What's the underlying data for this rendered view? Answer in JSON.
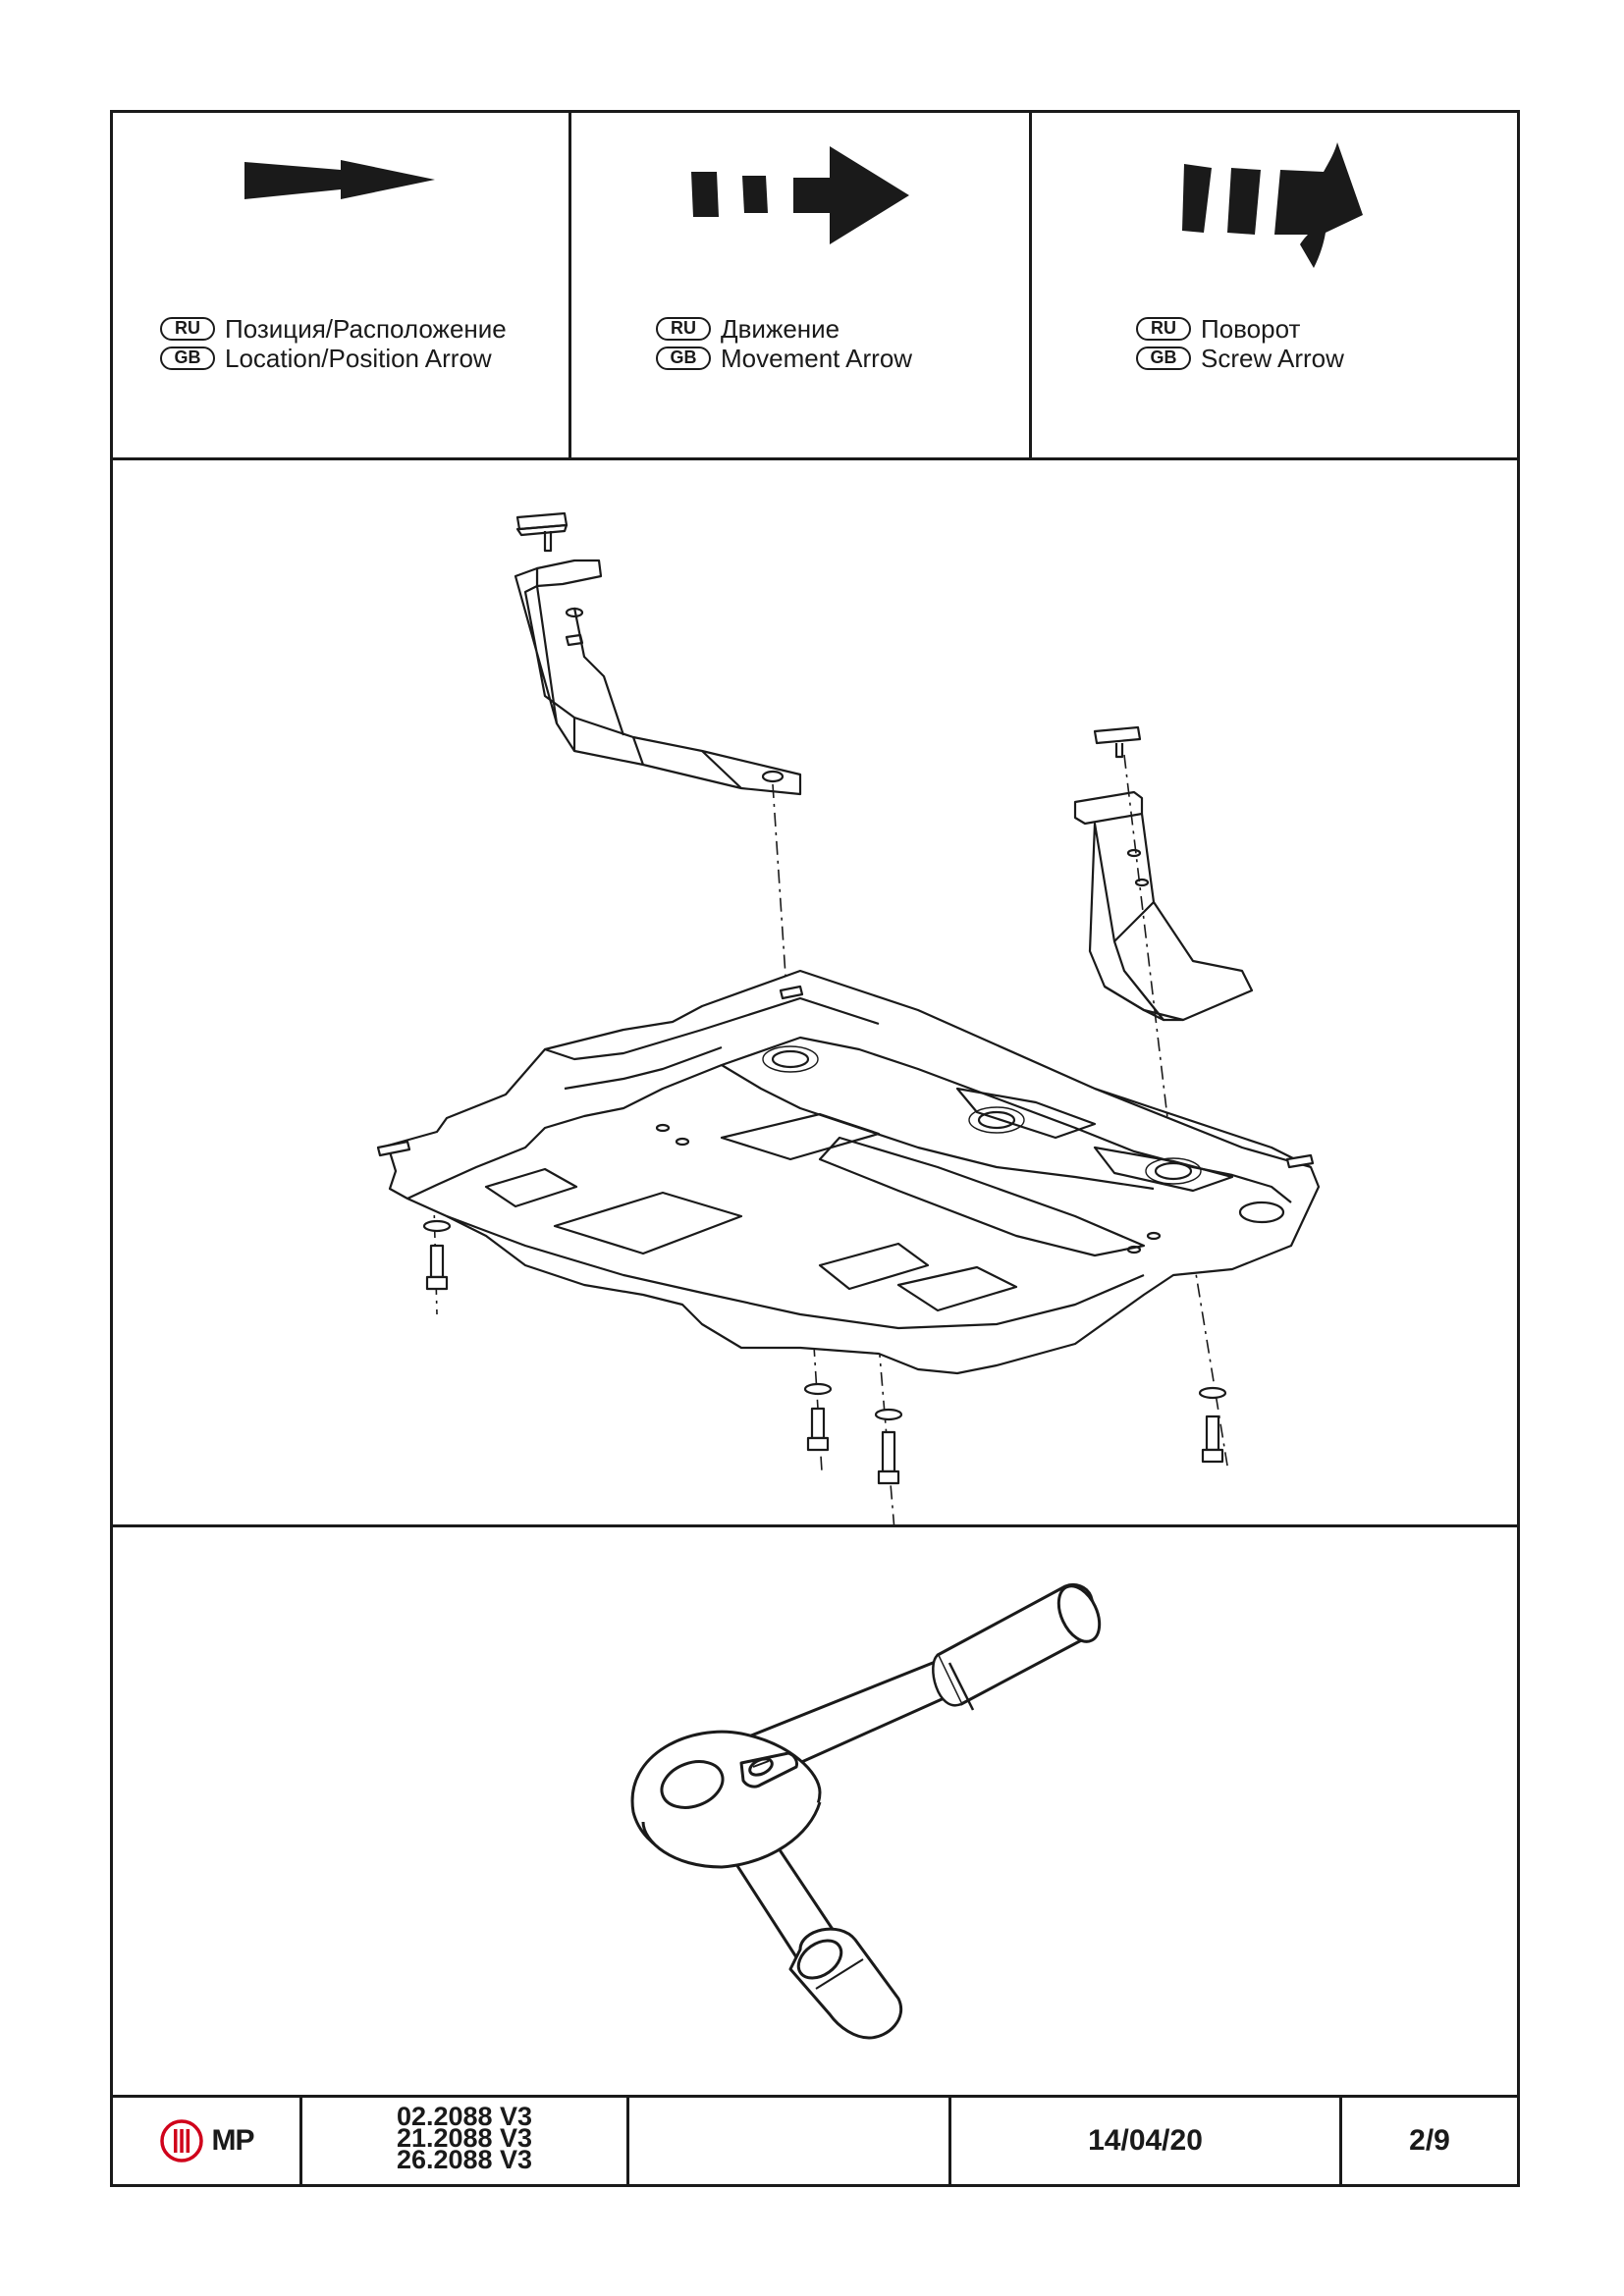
{
  "legend": [
    {
      "ru_badge": "RU",
      "gb_badge": "GB",
      "ru_text": "Позиция/Расположение",
      "gb_text": "Location/Position Arrow",
      "icon": "location-arrow-icon"
    },
    {
      "ru_badge": "RU",
      "gb_badge": "GB",
      "ru_text": "Движение",
      "gb_text": "Movement Arrow",
      "icon": "movement-arrow-icon"
    },
    {
      "ru_badge": "RU",
      "gb_badge": "GB",
      "ru_text": "Поворот",
      "gb_text": "Screw Arrow",
      "icon": "screw-arrow-icon"
    }
  ],
  "diagram": {
    "icon": "skid-plate-exploded-assembly-icon"
  },
  "tool": {
    "icon": "ratchet-wrench-icon"
  },
  "title_block": {
    "logo_text": "MP",
    "logo_icon": "mp-logo-icon",
    "codes": [
      "02.2088 V3",
      "21.2088 V3",
      "26.2088 V3"
    ],
    "empty": "",
    "date": "14/04/20",
    "page": "2/9"
  },
  "colors": {
    "ink": "#1a1a1a",
    "logo_red": "#d0021b"
  }
}
